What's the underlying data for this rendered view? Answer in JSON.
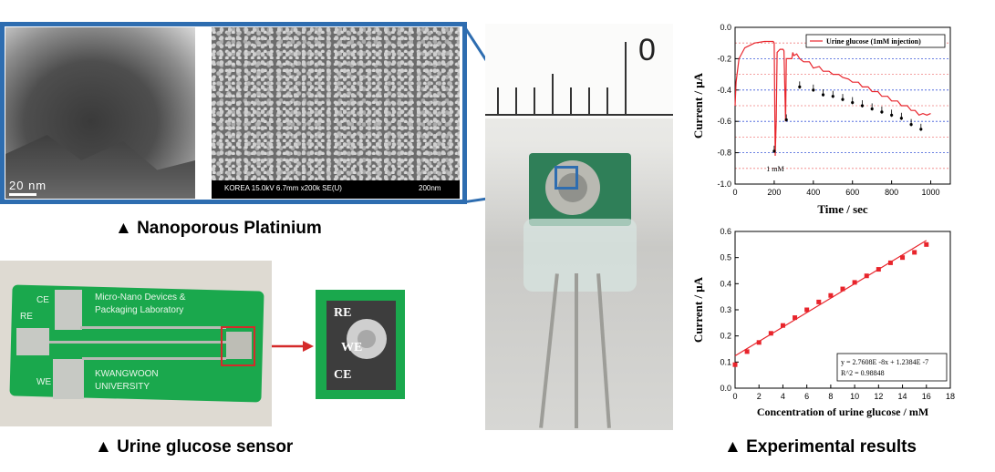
{
  "captions": {
    "nanoporous": "▲ Nanoporous Platinium",
    "sensor": "▲ Urine glucose sensor",
    "results": "▲ Experimental results"
  },
  "tem": {
    "scale_label": "20  nm"
  },
  "sem": {
    "info": "KOREA 15.0kV 6.7mm x200k SE(U)",
    "scale_label": "200nm"
  },
  "pcb": {
    "lab_line1": "Micro-Nano Devices &",
    "lab_line2": "Packaging Laboratory",
    "univ_line1": "KWANGWOON",
    "univ_line2": "UNIVERSITY",
    "label_re": "RE",
    "label_ce": "CE",
    "label_we": "WE"
  },
  "zoom": {
    "re": "RE",
    "we": "WE",
    "ce": "CE"
  },
  "ruler": {
    "number": "0"
  },
  "colors": {
    "frame_blue": "#2e6db0",
    "series_red": "#e8242b",
    "grid_blue": "#3b58d9",
    "grid_red": "#f08080",
    "pcb_green": "#1aa84d"
  },
  "chart_data": [
    {
      "type": "line",
      "xlabel": "Time / sec",
      "ylabel": "Current / μA",
      "xlim": [
        0,
        1100
      ],
      "ylim": [
        -1.0,
        0.0
      ],
      "xticks": [
        0,
        200,
        400,
        600,
        800,
        1000
      ],
      "yticks": [
        0.0,
        -0.2,
        -0.4,
        -0.6,
        -0.8,
        -1.0
      ],
      "grid": "dotted horizontal",
      "legend": "top-right",
      "annotation": {
        "text": "1 mM",
        "x": 205,
        "y": -0.86
      },
      "series": [
        {
          "name": "Urine glucose (1mM injection)",
          "x": [
            0,
            5,
            20,
            50,
            100,
            150,
            195,
            200,
            205,
            210,
            215,
            230,
            245,
            250,
            258,
            262,
            275,
            290,
            295,
            300,
            315,
            330,
            350,
            380,
            400,
            430,
            450,
            480,
            500,
            530,
            550,
            580,
            600,
            630,
            650,
            680,
            700,
            730,
            750,
            780,
            800,
            830,
            850,
            880,
            900,
            920,
            940,
            960,
            980,
            1000
          ],
          "y": [
            -0.5,
            -0.35,
            -0.2,
            -0.13,
            -0.1,
            -0.09,
            -0.09,
            -0.1,
            -0.82,
            -0.6,
            -0.16,
            -0.14,
            -0.14,
            -0.15,
            -0.6,
            -0.2,
            -0.2,
            -0.2,
            -0.16,
            -0.18,
            -0.17,
            -0.2,
            -0.22,
            -0.22,
            -0.26,
            -0.25,
            -0.28,
            -0.28,
            -0.3,
            -0.3,
            -0.32,
            -0.33,
            -0.35,
            -0.35,
            -0.38,
            -0.38,
            -0.41,
            -0.41,
            -0.44,
            -0.44,
            -0.47,
            -0.47,
            -0.5,
            -0.5,
            -0.53,
            -0.53,
            -0.56,
            -0.55,
            -0.56,
            -0.55
          ]
        }
      ],
      "markers": [
        {
          "x": 200,
          "y": -0.79
        },
        {
          "x": 262,
          "y": -0.59
        },
        {
          "x": 330,
          "y": -0.38
        },
        {
          "x": 400,
          "y": -0.4
        },
        {
          "x": 450,
          "y": -0.43
        },
        {
          "x": 500,
          "y": -0.44
        },
        {
          "x": 550,
          "y": -0.46
        },
        {
          "x": 600,
          "y": -0.48
        },
        {
          "x": 650,
          "y": -0.5
        },
        {
          "x": 700,
          "y": -0.52
        },
        {
          "x": 750,
          "y": -0.54
        },
        {
          "x": 800,
          "y": -0.56
        },
        {
          "x": 850,
          "y": -0.58
        },
        {
          "x": 900,
          "y": -0.62
        },
        {
          "x": 950,
          "y": -0.65
        }
      ]
    },
    {
      "type": "scatter",
      "xlabel": "Concentration of urine glucose / mM",
      "ylabel": "Current / μA",
      "xlim": [
        0,
        18
      ],
      "ylim": [
        0.0,
        0.6
      ],
      "xticks": [
        0,
        2,
        4,
        6,
        8,
        10,
        12,
        14,
        16,
        18
      ],
      "yticks": [
        0.0,
        0.1,
        0.2,
        0.3,
        0.4,
        0.5,
        0.6
      ],
      "grid": "off",
      "legend": "bottom-right",
      "annotation_lines": [
        "y = 2.7608E -8x + 1.2384E -7",
        "R^2 =  0.98848"
      ],
      "points": {
        "x": [
          0,
          1,
          2,
          3,
          4,
          5,
          6,
          7,
          8,
          9,
          10,
          11,
          12,
          13,
          14,
          15,
          16
        ],
        "y": [
          0.09,
          0.14,
          0.175,
          0.21,
          0.24,
          0.27,
          0.3,
          0.33,
          0.355,
          0.38,
          0.405,
          0.43,
          0.455,
          0.48,
          0.5,
          0.52,
          0.55
        ]
      },
      "fit": {
        "slope": 0.027608,
        "intercept": 0.12384
      }
    }
  ]
}
